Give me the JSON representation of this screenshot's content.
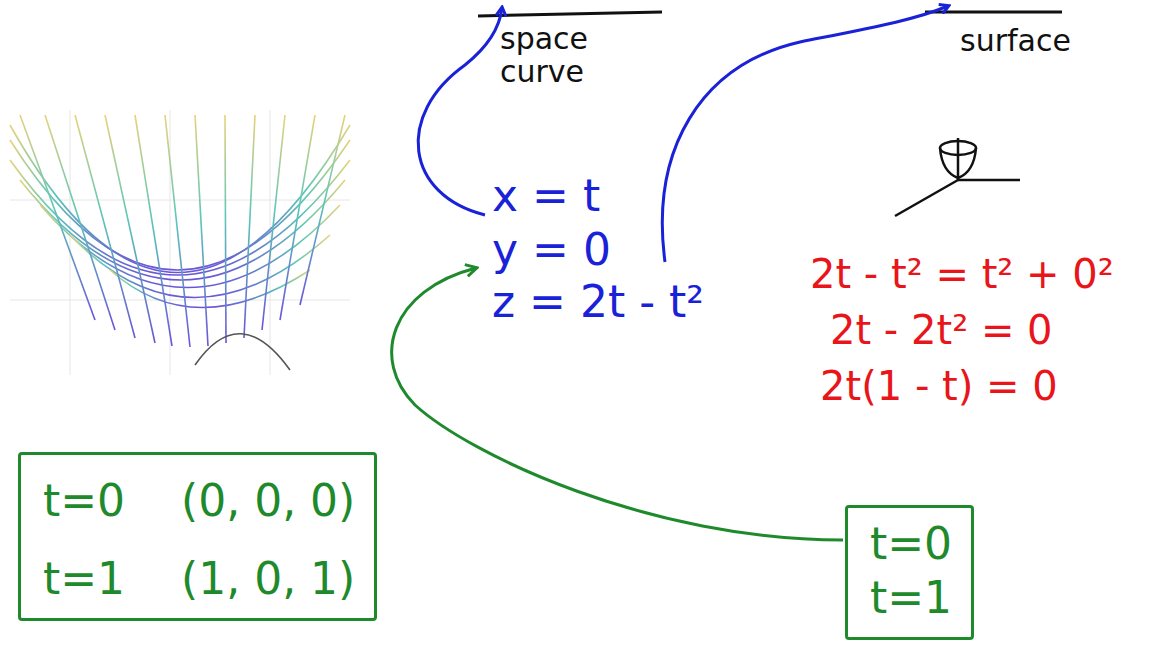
{
  "diagram": {
    "nodes": [
      {
        "text": [
          "t=0",
          "(0, 0, 0)",
          "t=1",
          "(1, 0, 1)"
        ]
      },
      {
        "text": [
          "t=0",
          "t=1"
        ]
      }
    ],
    "labels": [
      "space curve",
      "surface",
      "x = t",
      "y = 0",
      "z = 2t - t²",
      "2t - t² = t² + 0²",
      "2t - 2t² = 0",
      "2t(1 - t) = 0"
    ]
  }
}
